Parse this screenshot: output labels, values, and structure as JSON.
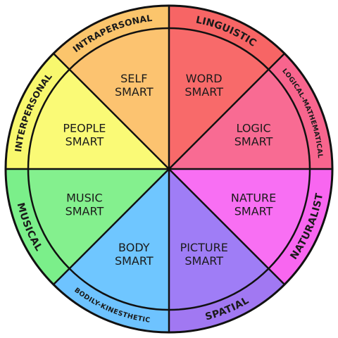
{
  "segments": [
    {
      "outer": "LINGUISTIC",
      "inner": [
        "WORD",
        "SMART"
      ],
      "outer_color": "#f76565",
      "inner_color": "#f86a6a"
    },
    {
      "outer": "LOGICAL-MATHEMATICAL",
      "inner": [
        "LOGIC",
        "SMART"
      ],
      "outer_color": "#f8658e",
      "inner_color": "#f86b93"
    },
    {
      "outer": "NATURALIST",
      "inner": [
        "NATURE",
        "SMART"
      ],
      "outer_color": "#f866f0",
      "inner_color": "#f86ff3"
    },
    {
      "outer": "SPATIAL",
      "inner": [
        "PICTURE",
        "SMART"
      ],
      "outer_color": "#a178f2",
      "inner_color": "#9f7df6"
    },
    {
      "outer": "BODILY-KINESTHETIC",
      "inner": [
        "BODY",
        "SMART"
      ],
      "outer_color": "#6ec3ff",
      "inner_color": "#6fc6ff"
    },
    {
      "outer": "MUSICAL",
      "inner": [
        "MUSIC",
        "SMART"
      ],
      "outer_color": "#7bef8a",
      "inner_color": "#84f08e"
    },
    {
      "outer": "INTERPERSONAL",
      "inner": [
        "PEOPLE",
        "SMART"
      ],
      "outer_color": "#f8f86e",
      "inner_color": "#fafa76"
    },
    {
      "outer": "INTRAPERSONAL",
      "inner": [
        "SELF",
        "SMART"
      ],
      "outer_color": "#fbc56c",
      "inner_color": "#fcc370"
    }
  ]
}
